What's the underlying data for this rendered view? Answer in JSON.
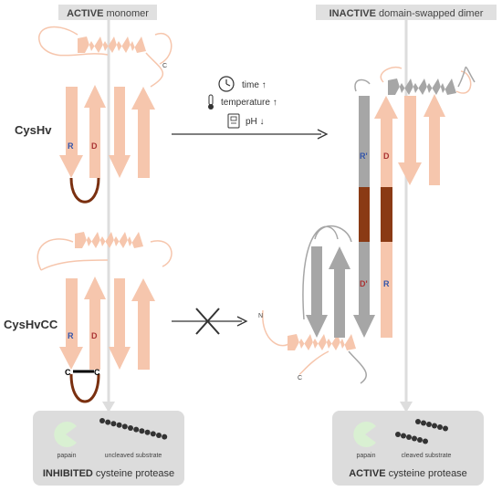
{
  "headers": {
    "left_bold": "ACTIVE",
    "left_rest": " monomer",
    "right_bold": "INACTIVE",
    "right_rest": " domain-swapped dimer"
  },
  "constructs": {
    "top": "CysHv",
    "bottom": "CysHvCC"
  },
  "residues": {
    "R": "R",
    "D": "D",
    "R_prime": "R'",
    "D_prime": "D'"
  },
  "termini": {
    "N": "N",
    "C": "C"
  },
  "disulfide": {
    "left": "C",
    "right": "C"
  },
  "conditions": {
    "time": "time ↑",
    "temperature": "temperature ↑",
    "ph": "pH ↓"
  },
  "panels": {
    "left": {
      "enzyme": "papain",
      "substrate": "uncleaved substrate",
      "title_bold": "INHIBITED",
      "title_rest": " cysteine protease"
    },
    "right": {
      "enzyme": "papain",
      "substrate": "cleaved substrate",
      "title_bold": "ACTIVE",
      "title_rest": " cysteine protease"
    }
  },
  "colors": {
    "strand": "#f6c6ad",
    "loop_dark": "#7a3010",
    "gray": "#a6a6a6",
    "panel": "#dcdcdc",
    "pacman": "#d9f0d2",
    "bead": "#333333"
  }
}
